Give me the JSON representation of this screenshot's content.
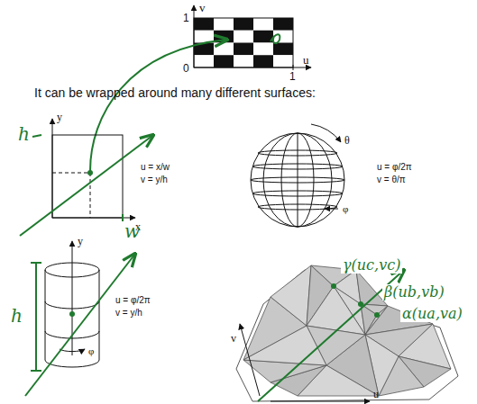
{
  "diagram": {
    "labels": [
      "v",
      "1",
      "0",
      "1",
      "u",
      "It can be wrapped around many different surfaces:",
      "y",
      "h",
      "u = x/w",
      "v = y/h",
      "x",
      "w",
      "θ",
      "u = φ/2π",
      "v = θ/π",
      "φ",
      "y",
      "h",
      "u = φ/2π",
      "v = y/h",
      "φ",
      "γ(uc,vc)",
      "β(ub,vb)",
      "α(ua,va)",
      "v",
      "u"
    ]
  }
}
